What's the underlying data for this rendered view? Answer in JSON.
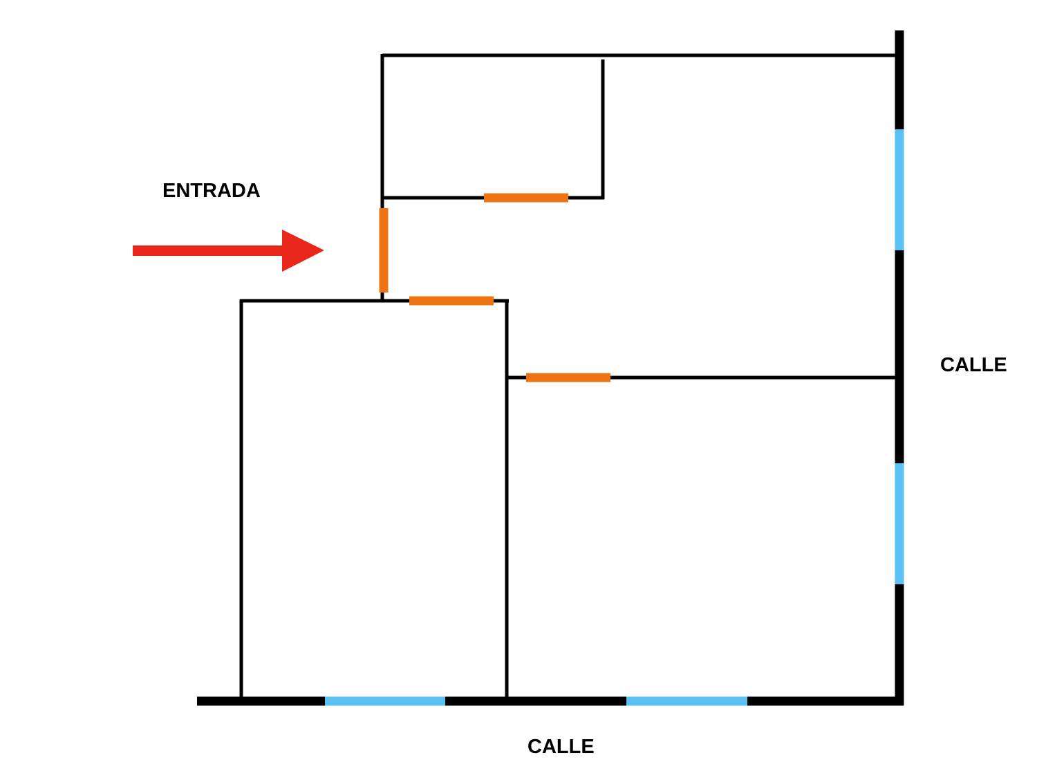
{
  "labels": {
    "entrance": "ENTRADA",
    "street_right": "CALLE",
    "street_bottom": "CALLE"
  },
  "colors": {
    "wall": "#000000",
    "door": "#ee7312",
    "window": "#5bc0f2",
    "arrow": "#e8271a"
  },
  "legend_elements": {
    "arrow_icon": "arrow-right-icon"
  }
}
